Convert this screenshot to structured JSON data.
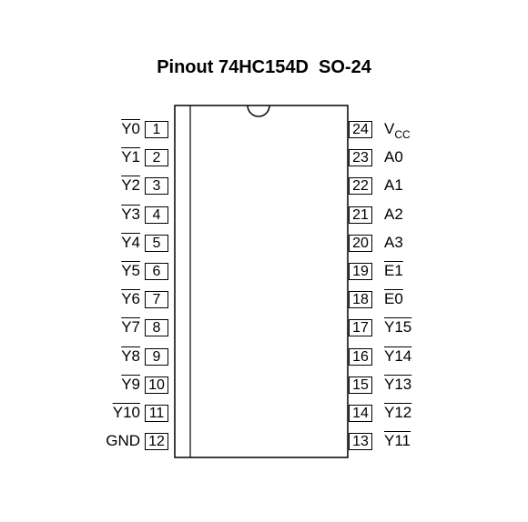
{
  "title": "Pinout 74HC154D  SO-24",
  "left_pins": [
    {
      "number": "1",
      "label": "Y0",
      "overline": true
    },
    {
      "number": "2",
      "label": "Y1",
      "overline": true
    },
    {
      "number": "3",
      "label": "Y2",
      "overline": true
    },
    {
      "number": "4",
      "label": "Y3",
      "overline": true
    },
    {
      "number": "5",
      "label": "Y4",
      "overline": true
    },
    {
      "number": "6",
      "label": "Y5",
      "overline": true
    },
    {
      "number": "7",
      "label": "Y6",
      "overline": true
    },
    {
      "number": "8",
      "label": "Y7",
      "overline": true
    },
    {
      "number": "9",
      "label": "Y8",
      "overline": true
    },
    {
      "number": "10",
      "label": "Y9",
      "overline": true
    },
    {
      "number": "11",
      "label": "Y10",
      "overline": true
    },
    {
      "number": "12",
      "label": "GND",
      "overline": false
    }
  ],
  "right_pins": [
    {
      "number": "24",
      "label": "V",
      "subscript": "CC",
      "overline": false
    },
    {
      "number": "23",
      "label": "A0",
      "overline": false
    },
    {
      "number": "22",
      "label": "A1",
      "overline": false
    },
    {
      "number": "21",
      "label": "A2",
      "overline": false
    },
    {
      "number": "20",
      "label": "A3",
      "overline": false
    },
    {
      "number": "19",
      "label": "E1",
      "overline": true
    },
    {
      "number": "18",
      "label": "E0",
      "overline": true
    },
    {
      "number": "17",
      "label": "Y15",
      "overline": true
    },
    {
      "number": "16",
      "label": "Y14",
      "overline": true
    },
    {
      "number": "15",
      "label": "Y13",
      "overline": true
    },
    {
      "number": "14",
      "label": "Y12",
      "overline": true
    },
    {
      "number": "13",
      "label": "Y11",
      "overline": true
    }
  ]
}
